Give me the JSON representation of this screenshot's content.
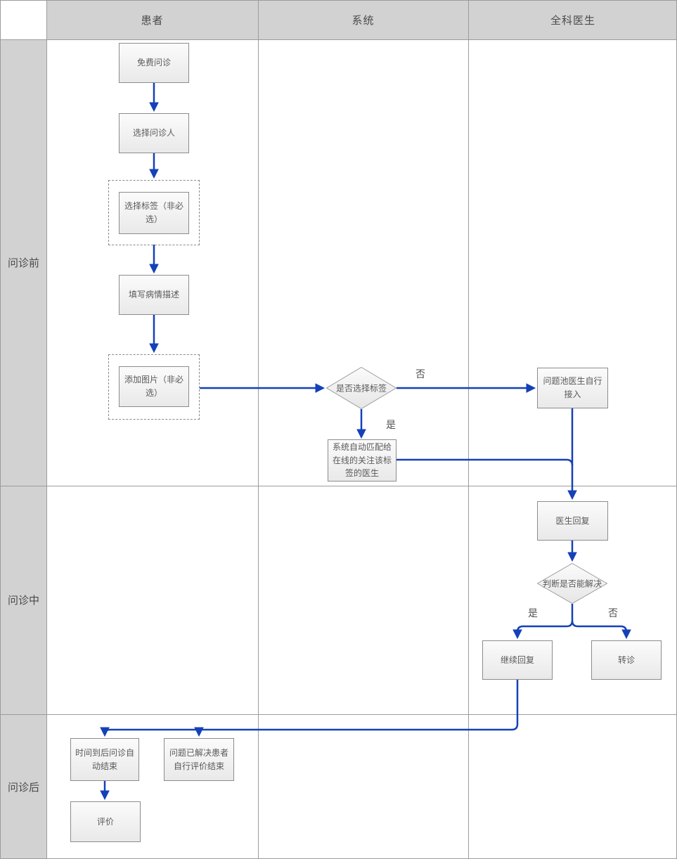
{
  "header": {
    "columns": [
      {
        "label": "患者"
      },
      {
        "label": "系统"
      },
      {
        "label": "全科医生"
      }
    ]
  },
  "lanes": [
    {
      "label": "问诊前"
    },
    {
      "label": "问诊中"
    },
    {
      "label": "问诊后"
    }
  ],
  "nodes": {
    "free_consult": {
      "label": "免费问诊"
    },
    "select_person": {
      "label": "选择问诊人"
    },
    "select_tag": {
      "label": "选择标签（非必选）"
    },
    "fill_desc": {
      "label": "填写病情描述"
    },
    "add_image": {
      "label": "添加图片（非必选）"
    },
    "tag_decision": {
      "label": "是否选择标签"
    },
    "pool_access": {
      "label": "问题池医生自行接入"
    },
    "auto_match": {
      "label": "系统自动匹配给在线的关注该标签的医生"
    },
    "doctor_reply": {
      "label": "医生回复"
    },
    "solve_decision": {
      "label": "判断是否能解决"
    },
    "continue_reply": {
      "label": "继续回复"
    },
    "referral": {
      "label": "转诊"
    },
    "auto_end": {
      "label": "时间到后问诊自动结束"
    },
    "self_end": {
      "label": "问题已解决患者自行评价结束"
    },
    "evaluate": {
      "label": "评价"
    }
  },
  "edge_labels": {
    "tag_no": "否",
    "tag_yes": "是",
    "solve_yes": "是",
    "solve_no": "否"
  },
  "colors": {
    "arrow": "#1441b8",
    "lane_fill": "#d2d2d2",
    "grid_line": "#9c9c9c",
    "node_border": "#8c8c8c",
    "node_text": "#595959"
  }
}
